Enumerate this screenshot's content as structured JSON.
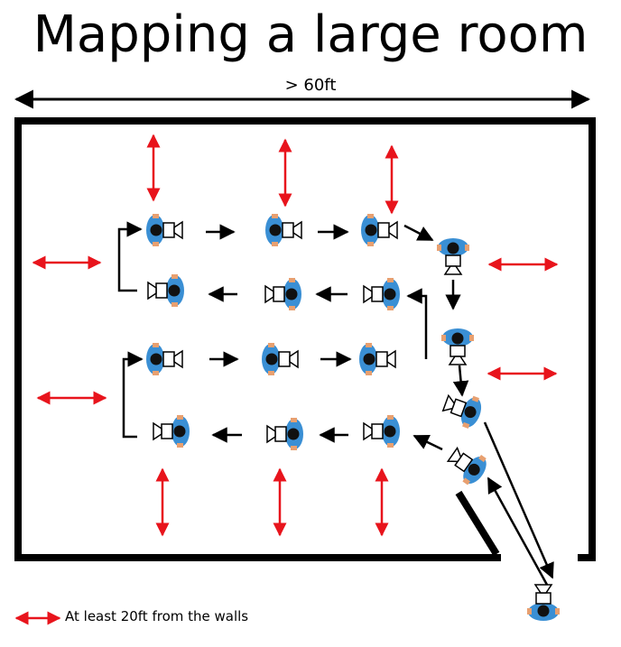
{
  "title": "Mapping a large room",
  "room_width_label": "> 60ft",
  "legend": {
    "label": "At least 20ft from the walls"
  },
  "colors": {
    "clearance_arrow": "#e8141c",
    "wall": "#000000",
    "path_arrow": "#000000",
    "person_body": "#3a8fd4",
    "person_head": "#111111",
    "camera": "#ffffff"
  },
  "icons": {
    "person": "person-with-camera-icon",
    "clearance": "double-headed-red-arrow",
    "path": "black-arrow"
  }
}
